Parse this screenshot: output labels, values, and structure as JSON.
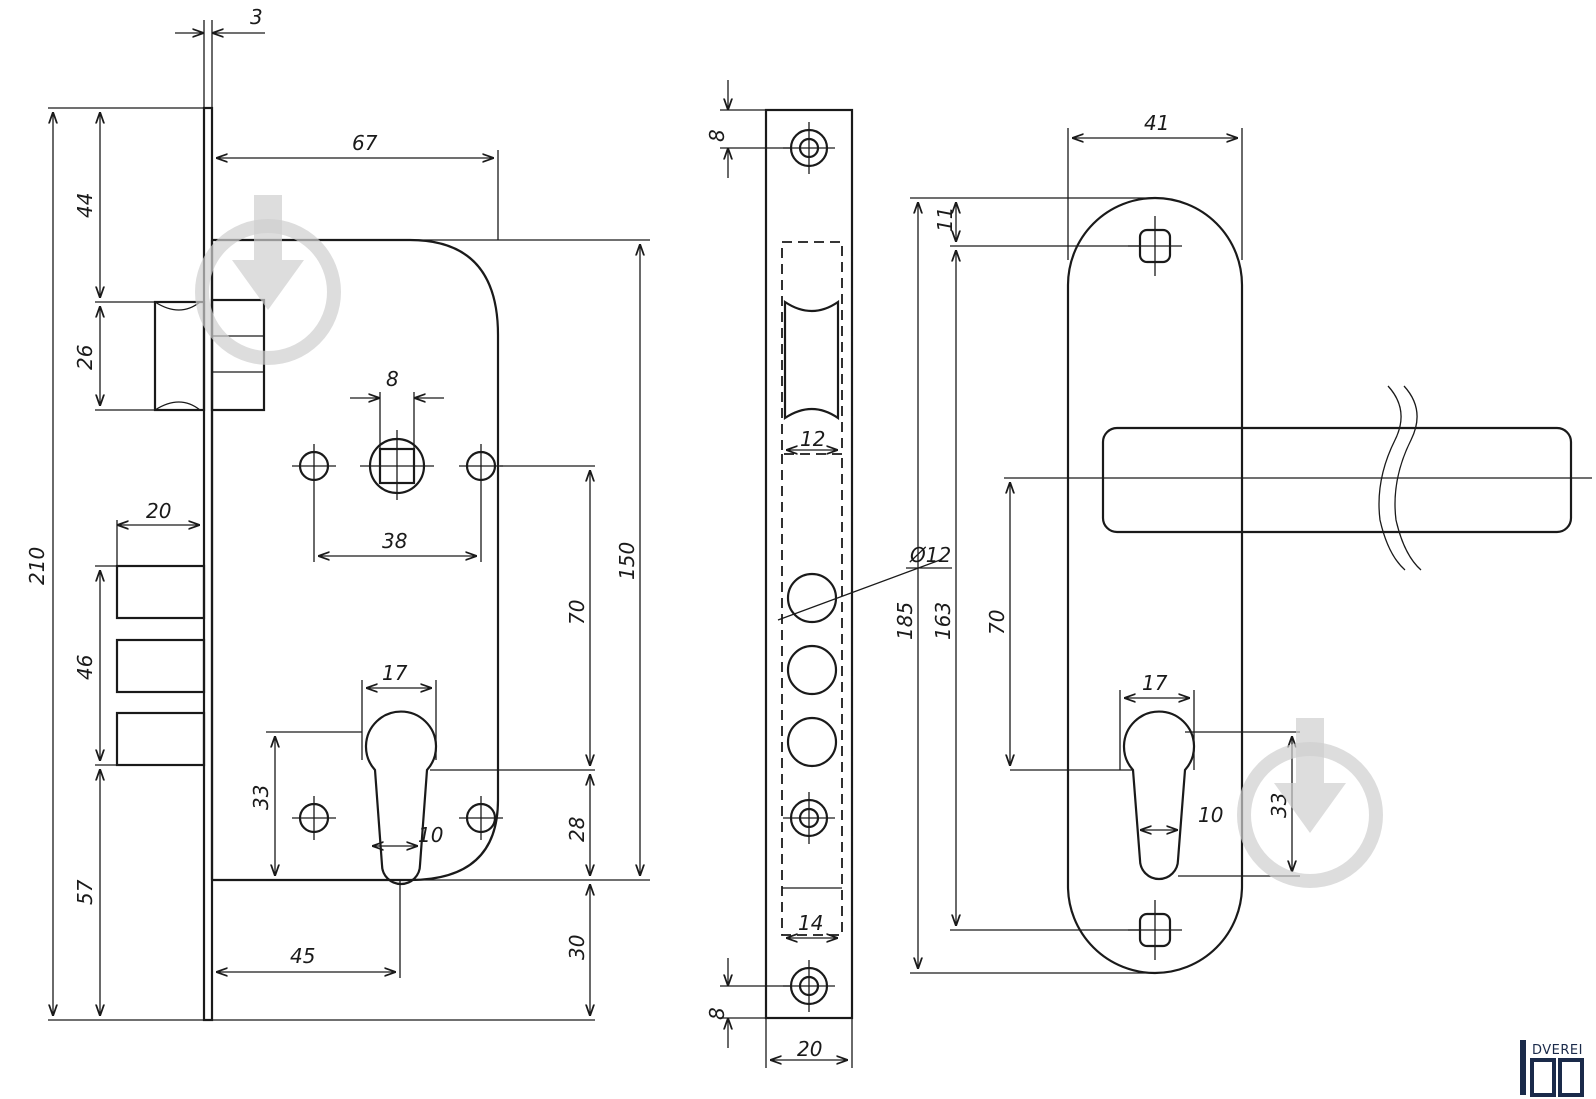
{
  "views": {
    "lock_body": {
      "dims": {
        "faceplate_thickness": "3",
        "total_height": "210",
        "latch_top": "44",
        "latch_height": "26",
        "body_depth": "67",
        "bolt_width": "20",
        "bolt_height": "46",
        "bottom_offset": "57",
        "spindle_square": "8",
        "hole_spacing": "38",
        "body_height": "150",
        "centre_distance": "70",
        "cylinder_width": "17",
        "cylinder_slot": "10",
        "cylinder_height": "33",
        "cylinder_to_bottom": "28",
        "bottom_to_faceplate_end": "30",
        "backset": "45"
      }
    },
    "faceplate": {
      "dims": {
        "screw_top": "8",
        "latch_window": "12",
        "hole_diameter": "Ø12",
        "bolt_window": "14",
        "screw_bottom": "8",
        "plate_width": "20"
      }
    },
    "handle_plate": {
      "dims": {
        "plate_width": "41",
        "screw_top_offset": "11",
        "plate_height": "185",
        "screw_distance": "163",
        "centre_distance": "70",
        "cylinder_width": "17",
        "cylinder_slot": "10",
        "cylinder_height": "33"
      }
    }
  },
  "logo": {
    "text": "DVEREI"
  },
  "colors": {
    "line": "#1a1a1a",
    "watermark": "#cfcfcf",
    "logo": "#1a2a4a"
  }
}
